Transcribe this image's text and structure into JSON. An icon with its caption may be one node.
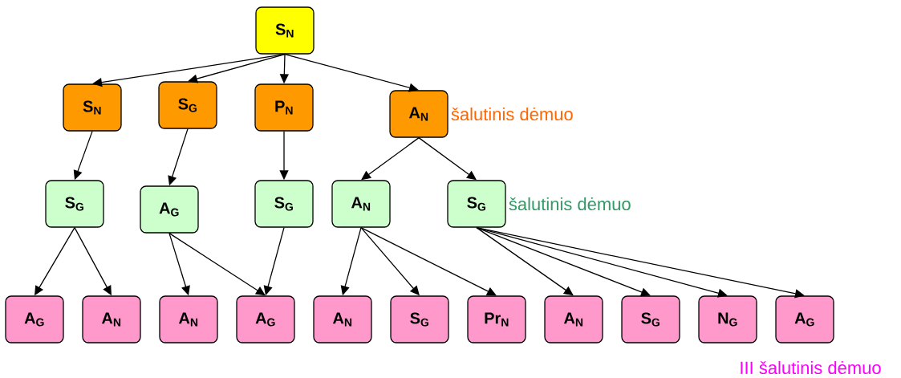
{
  "diagram": {
    "nodes": [
      {
        "text": [
          "S$_{N}$"
        ]
      },
      {
        "text": [
          "S$_{N}$"
        ]
      },
      {
        "text": [
          "S$_{G}$"
        ]
      },
      {
        "text": [
          "P$_{N}$"
        ]
      },
      {
        "text": [
          "A$_{N}$"
        ],
        "beside": [
          "šalutinis dėmuo"
        ]
      },
      {
        "text": [
          "S$_{G}$"
        ]
      },
      {
        "text": [
          "A$_{G}$"
        ]
      },
      {
        "text": [
          "S$_{G}$"
        ]
      },
      {
        "text": [
          "A$_{N}$"
        ]
      },
      {
        "text": [
          "S$_{G}$"
        ],
        "beside": [
          "šalutinis dėmuo"
        ]
      },
      {
        "text": [
          "A$_{G}$"
        ]
      },
      {
        "text": [
          "A$_{N}$"
        ]
      },
      {
        "text": [
          "A$_{N}$"
        ]
      },
      {
        "text": [
          "A$_{G}$"
        ]
      },
      {
        "text": [
          "A$_{N}$"
        ]
      },
      {
        "text": [
          "S$_{G}$"
        ]
      },
      {
        "text": [
          "Pr$_{N}$"
        ]
      },
      {
        "text": [
          "A$_{N}$"
        ]
      },
      {
        "text": [
          "S$_{G}$"
        ]
      },
      {
        "text": [
          "N$_{G}$"
        ]
      },
      {
        "text": [
          "A$_{G}$"
        ]
      }
    ],
    "edges": [
      {
        "from": 0,
        "to": 1,
        "arrow": "to"
      },
      {
        "from": 0,
        "to": 2,
        "arrow": "to"
      },
      {
        "from": 0,
        "to": 3,
        "arrow": "to"
      },
      {
        "from": 0,
        "to": 4,
        "arrow": "to"
      },
      {
        "from": 1,
        "to": 5,
        "arrow": "to"
      },
      {
        "from": 2,
        "to": 6,
        "arrow": "to"
      },
      {
        "from": 3,
        "to": 7,
        "arrow": "to"
      },
      {
        "from": 4,
        "to": 8,
        "arrow": "to"
      },
      {
        "from": 4,
        "to": 9,
        "arrow": "to"
      },
      {
        "from": 5,
        "to": 10,
        "arrow": "to"
      },
      {
        "from": 5,
        "to": 11,
        "arrow": "to"
      },
      {
        "from": 6,
        "to": 12,
        "arrow": "to"
      },
      {
        "from": 6,
        "to": 13,
        "arrow": "to"
      },
      {
        "from": 7,
        "to": 13,
        "arrow": "to"
      },
      {
        "from": 8,
        "to": 14,
        "arrow": "to"
      },
      {
        "from": 8,
        "to": 15,
        "arrow": "to"
      },
      {
        "from": 8,
        "to": 16,
        "arrow": "to"
      },
      {
        "from": 9,
        "to": 17,
        "arrow": "to"
      },
      {
        "from": 9,
        "to": 18,
        "arrow": "to"
      },
      {
        "from": 9,
        "to": 19,
        "arrow": "to"
      },
      {
        "from": 9,
        "to": 20,
        "arrow": "to"
      }
    ],
    "labels": [
      "III šalutinis dėmuo"
    ]
  }
}
